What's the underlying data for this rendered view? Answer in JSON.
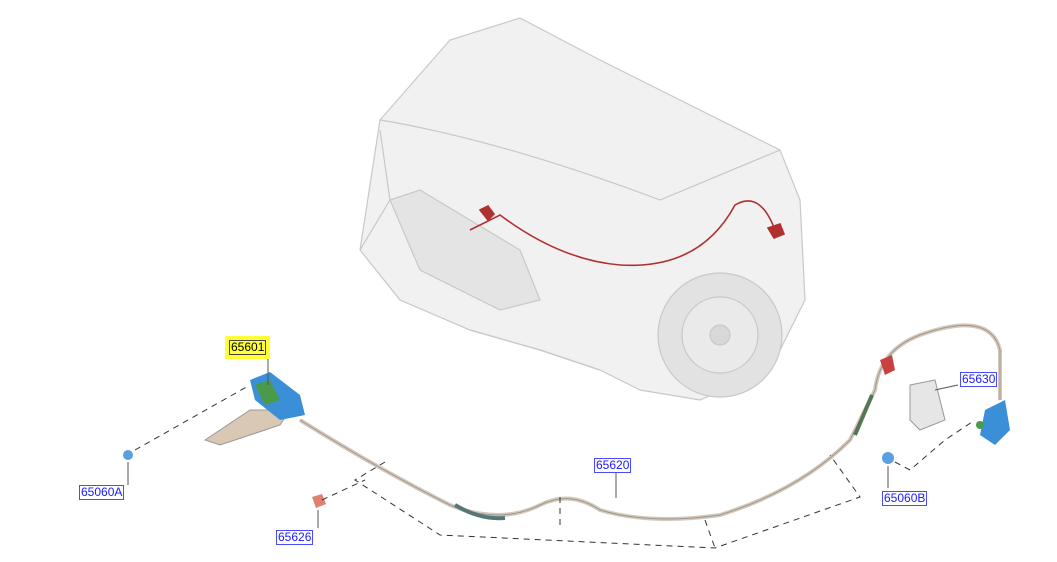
{
  "diagram": {
    "title": "Hood lock and release cable parts diagram",
    "callouts": [
      {
        "id": "65601",
        "label": "65601",
        "highlighted": true
      },
      {
        "id": "65630",
        "label": "65630",
        "highlighted": false
      },
      {
        "id": "65620",
        "label": "65620",
        "highlighted": false
      },
      {
        "id": "65060A",
        "label": "65060A",
        "highlighted": false
      },
      {
        "id": "65060B",
        "label": "65060B",
        "highlighted": false
      },
      {
        "id": "65626",
        "label": "65626",
        "highlighted": false
      }
    ],
    "colors": {
      "callout_text": "#1a1aff",
      "highlight": "#ffff33",
      "cable_on_car": "#b03030",
      "part_blue": "#3b8fd6",
      "part_green": "#4a9a4a"
    }
  }
}
